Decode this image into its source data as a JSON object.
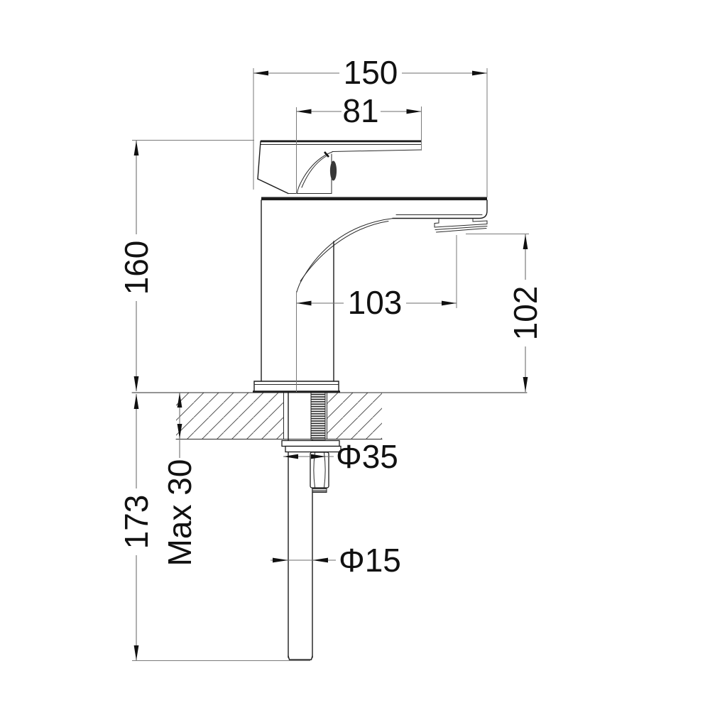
{
  "colors": {
    "background": "#ffffff",
    "object_line": "#1c1c1c",
    "dimension_line": "#6e6e6e",
    "text": "#111111"
  },
  "drawing": {
    "dimensions": {
      "overall_length": "150",
      "handle_length": "81",
      "height_above_deck": "160",
      "spout_reach": "103",
      "spout_outlet_height": "102",
      "max_deck_thickness": "Max 30",
      "below_deck_length": "173",
      "mounting_hole_diameter": "Φ35",
      "supply_pipe_diameter": "Φ15"
    }
  }
}
